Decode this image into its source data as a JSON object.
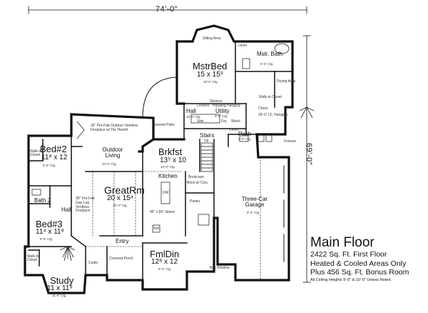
{
  "dimensions": {
    "width": "74'-0\"",
    "depth": "69'-0\""
  },
  "caption": {
    "title": "Main Floor",
    "line1": "2422 Sq. Ft. First Floor",
    "line2": "Heated & Cooled Areas Only",
    "line3": "Plus 456 Sq. Ft. Bonus Room",
    "line4": "All Ceiling Heights 9'-0\" & 10'-0\" Unless Noted."
  },
  "rooms": {
    "mstrbed": {
      "name": "MstrBed",
      "size": "15 x 15⁹",
      "ceiling": "10'-0\" Clg."
    },
    "mstrbath": {
      "name": "Mstr. Bath",
      "ceiling": "9'-0\" Clg."
    },
    "sitting": {
      "name": "Sitting Area"
    },
    "linen": {
      "name": "Linen"
    },
    "drying": {
      "name": "Drying Area"
    },
    "walkin": {
      "name": "Walk-in Closet"
    },
    "chest": {
      "name": "Chest"
    },
    "lfhang": {
      "name": "29'-0\" LF. Hanging"
    },
    "hall_top": {
      "name": "Hall",
      "ceiling": "10'-0\" Clg."
    },
    "lockers": {
      "name": "Lockers"
    },
    "hanging1": {
      "name": "Hanging"
    },
    "hanging2": {
      "name": "Hanging"
    },
    "shelves": {
      "name": "Shelves"
    },
    "utility": {
      "name": "Utility",
      "ceiling": "9'-0\" Clg."
    },
    "sink": {
      "name": "Sink"
    },
    "dry": {
      "name": "Dry"
    },
    "wash": {
      "name": "Wash"
    },
    "linen2": {
      "name": "Linen"
    },
    "stairs": {
      "name": "Stairs",
      "note": "Up"
    },
    "pwdr": {
      "name": "Pwdr",
      "ceiling": "9'-0\" Clg."
    },
    "freezer": {
      "name": "Freezer"
    },
    "covpatio": {
      "name": "Covered Patio"
    },
    "fireplace_out": {
      "name": "36\" Pre-Fab Outdoor Ventless Fireplace w/ Tile Hearth"
    },
    "outdoor": {
      "name": "Outdoor Living",
      "ceiling": "10'-0\" Clg."
    },
    "brkfst": {
      "name": "Brkfst",
      "size": "13⁵ x 10",
      "ceiling": "10'-0\" Clg."
    },
    "kitchen": {
      "name": "Kitchen"
    },
    "bookcase": {
      "name": "Bookcase",
      "note": "Brick w/ Clos."
    },
    "bed2": {
      "name": "Bed#2",
      "size": "11⁸ x 12",
      "ceiling": "9'-0\" Clg."
    },
    "walkin2": {
      "name": "Walk-in Closet"
    },
    "greatrm": {
      "name": "GreatRm",
      "size": "20 x 15⁴",
      "ceiling": "10'-0\" Clg."
    },
    "fireplace_in": {
      "name": "36\" Pre-Fab Gas Log Ventless Fireplace"
    },
    "dw": {
      "name": "DW"
    },
    "island": {
      "name": "45\" x 89\" Island"
    },
    "ref": {
      "name": "Ref."
    },
    "pantry": {
      "name": "Pantry"
    },
    "garage": {
      "name": "Three-Car Garage",
      "ceiling": "9'-4\" Clg."
    },
    "bath2": {
      "name": "Bath 2"
    },
    "hall_left": {
      "name": "Hall"
    },
    "bed3": {
      "name": "Bed#3",
      "size": "11⁴ x 11⁸",
      "ceiling": "9'-0\" Clg."
    },
    "walkin3": {
      "name": "Walk-in Closet"
    },
    "entry": {
      "name": "Entry"
    },
    "coats": {
      "name": "Coats"
    },
    "covporch": {
      "name": "Covered Porch"
    },
    "fmldin": {
      "name": "FmlDin",
      "size": "12⁸ x 12",
      "ceiling": "9'-0\" Clg."
    },
    "boxwindow": {
      "name": "Box Window"
    },
    "study": {
      "name": "Study",
      "size": "11 x 11⁸",
      "ceiling": "11'-0\" Clg."
    }
  }
}
